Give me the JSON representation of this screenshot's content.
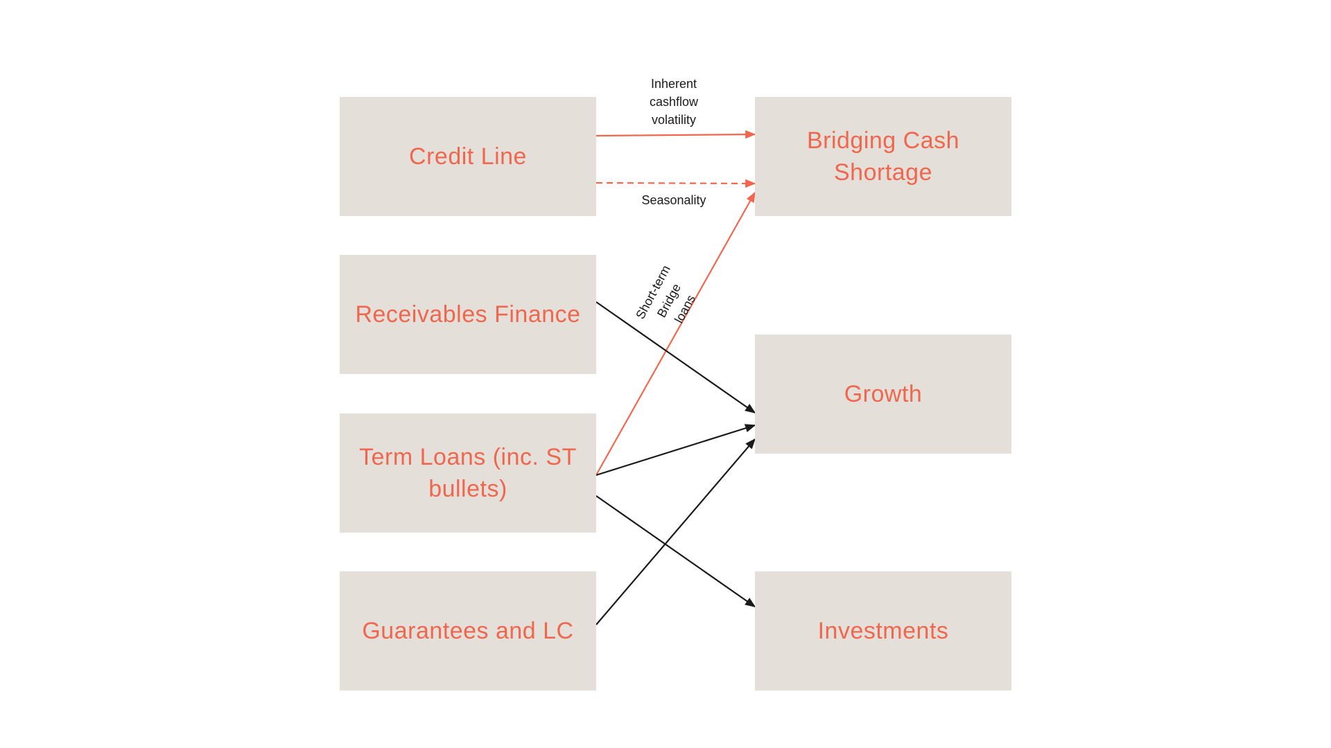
{
  "colors": {
    "box_fill": "#e4dfd9",
    "box_text": "#f0674e",
    "accent_line": "#f0674e",
    "dark_line": "#1a1a1a",
    "label_text": "#1a1a1a",
    "background": "#ffffff"
  },
  "nodes": {
    "credit_line": "Credit Line",
    "receivables_finance": "Receivables Finance",
    "term_loans": "Term Loans (inc. ST bullets)",
    "guarantees_lc": "Guarantees and LC",
    "bridging_cash_shortage": "Bridging Cash Shortage",
    "growth": "Growth",
    "investments": "Investments"
  },
  "edge_labels": {
    "inherent_volatility": "Inherent cashflow volatility",
    "seasonality": "Seasonality",
    "short_term_bridge": "Short-term Bridge loans"
  },
  "edges": [
    {
      "from": "credit_line",
      "to": "bridging_cash_shortage",
      "style": "solid",
      "color": "accent",
      "label": "inherent_volatility"
    },
    {
      "from": "credit_line",
      "to": "bridging_cash_shortage",
      "style": "dashed",
      "color": "accent",
      "label": "seasonality"
    },
    {
      "from": "term_loans",
      "to": "bridging_cash_shortage",
      "style": "solid",
      "color": "accent",
      "label": "short_term_bridge"
    },
    {
      "from": "receivables_finance",
      "to": "growth",
      "style": "solid",
      "color": "dark"
    },
    {
      "from": "term_loans",
      "to": "growth",
      "style": "solid",
      "color": "dark"
    },
    {
      "from": "guarantees_lc",
      "to": "growth",
      "style": "solid",
      "color": "dark"
    },
    {
      "from": "term_loans",
      "to": "investments",
      "style": "solid",
      "color": "dark"
    }
  ]
}
